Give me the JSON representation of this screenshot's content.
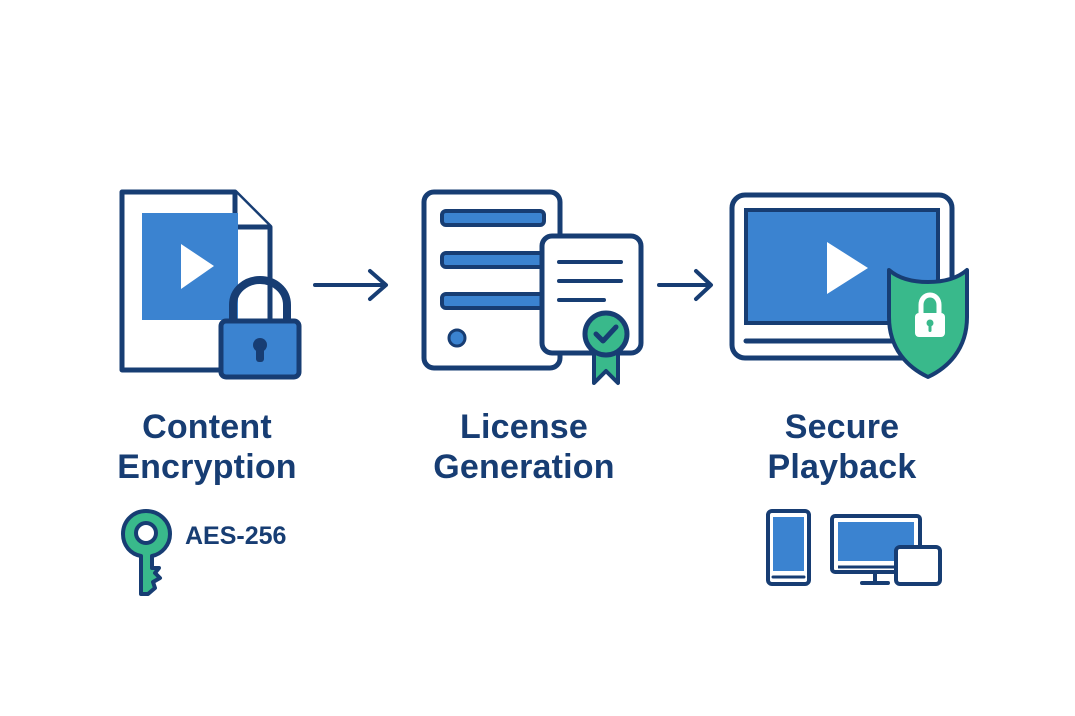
{
  "diagram": {
    "steps": [
      {
        "id": "content-encryption",
        "label_line1": "Content",
        "label_line2": "Encryption",
        "icon": "encrypted-video-file-icon",
        "extra_icon": "key-icon",
        "extra_label": "AES-256"
      },
      {
        "id": "license-generation",
        "label_line1": "License",
        "label_line2": "Generation",
        "icon": "server-license-certificate-icon"
      },
      {
        "id": "secure-playback",
        "label_line1": "Secure",
        "label_line2": "Playback",
        "icon": "protected-video-player-icon",
        "extra_icons": [
          "phone-icon",
          "desktop-monitor-icon",
          "tablet-icon"
        ]
      }
    ],
    "connectors": [
      "arrow-right-icon",
      "arrow-right-icon"
    ]
  },
  "colors": {
    "outline": "#173d73",
    "primary_blue": "#3b83d0",
    "accent_green": "#39b98b",
    "white": "#ffffff"
  }
}
